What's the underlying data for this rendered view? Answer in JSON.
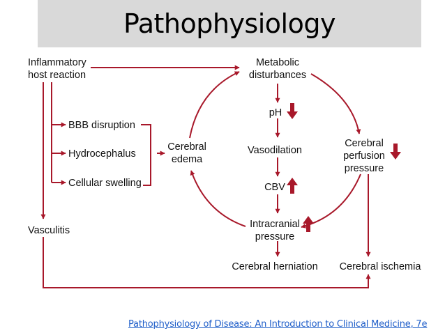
{
  "slide": {
    "title": "Pathophysiology",
    "citation": "Pathophysiology of Disease: An Introduction to Clinical Medicine, 7e"
  },
  "diagram": {
    "accent_color": "#a8182a",
    "nodes": {
      "inflammatory_1": "Inflammatory",
      "inflammatory_2": "host reaction",
      "metabolic_1": "Metabolic",
      "metabolic_2": "disturbances",
      "bbb": "BBB disruption",
      "hydrocephalus": "Hydrocephalus",
      "cellular": "Cellular swelling",
      "edema_1": "Cerebral",
      "edema_2": "edema",
      "ph": "pH",
      "vasodilation": "Vasodilation",
      "cbv": "CBV",
      "icp_1": "Intracranial",
      "icp_2": "pressure",
      "perfusion_1": "Cerebral",
      "perfusion_2": "perfusion",
      "perfusion_3": "pressure",
      "vasculitis": "Vasculitis",
      "herniation": "Cerebral herniation",
      "ischemia": "Cerebral ischemia"
    },
    "indicators": {
      "ph": "down-arrow-icon",
      "cbv": "up-arrow-icon",
      "icp": "up-arrow-icon",
      "perfusion": "down-arrow-icon"
    }
  }
}
